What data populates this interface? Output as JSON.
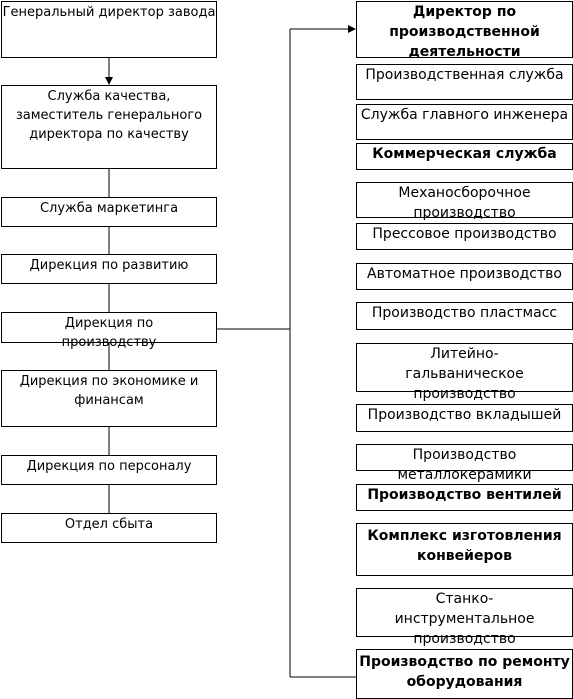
{
  "left_column": {
    "general_director": "Генеральный директор завода",
    "quality_service": "Служба качества, заместитель генерального директора по качеству",
    "marketing_service": "Служба маркетинга",
    "development_directorate": "Дирекция по развитию",
    "production_directorate": "Дирекция по производству",
    "economics_finance_directorate": "Дирекция по экономике и финансам",
    "personnel_directorate": "Дирекция по персоналу",
    "sales_department": "Отдел сбыта"
  },
  "right_column": {
    "production_director": "Директор по производственной деятельности",
    "production_service": "Производственная служба",
    "chief_engineer_service": "Служба главного инженера",
    "commercial_service": "Коммерческая служба",
    "mechanical_assembly": "Механосборочное производство",
    "press_production": "Прессовое производство",
    "automatic_production": "Автоматное производство",
    "plastics_production": "Производство пластмасс",
    "casting_galvanic": "Литейно-гальваническое производство",
    "liners_production": "Производство вкладышей",
    "cermet_production": "Производство металлокерамики",
    "valves_production": "Производство вентилей",
    "conveyor_complex": "Комплекс изготовления конвейеров",
    "machine_tool_production": "Станко-инструментальное производство",
    "equipment_repair": "Производство по ремонту оборудования"
  }
}
